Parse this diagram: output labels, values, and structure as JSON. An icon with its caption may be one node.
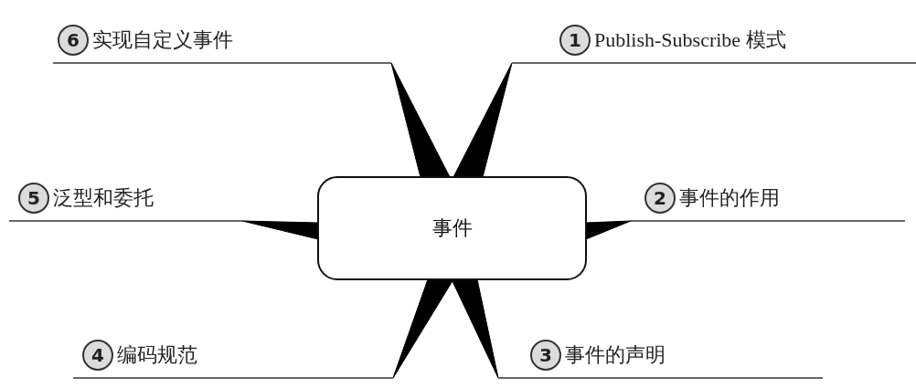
{
  "diagram": {
    "nodes": [
      {
        "text": [
          "6",
          "实现自定义事件"
        ]
      },
      {
        "text": [
          "1",
          "Publish-Subscribe 模式"
        ]
      },
      {
        "text": [
          "5",
          "泛型和委托"
        ]
      },
      {
        "text": [
          "事件"
        ]
      },
      {
        "text": [
          "2",
          "事件的作用"
        ]
      },
      {
        "text": [
          "4",
          "编码规范"
        ]
      },
      {
        "text": [
          "3",
          "事件的声明"
        ]
      }
    ],
    "edges": [
      {
        "from": 3,
        "to": 0,
        "arrow": "none"
      },
      {
        "from": 3,
        "to": 1,
        "arrow": "none"
      },
      {
        "from": 3,
        "to": 2,
        "arrow": "none"
      },
      {
        "from": 3,
        "to": 4,
        "arrow": "none"
      },
      {
        "from": 3,
        "to": 5,
        "arrow": "none"
      },
      {
        "from": 3,
        "to": 6,
        "arrow": "none"
      }
    ]
  }
}
